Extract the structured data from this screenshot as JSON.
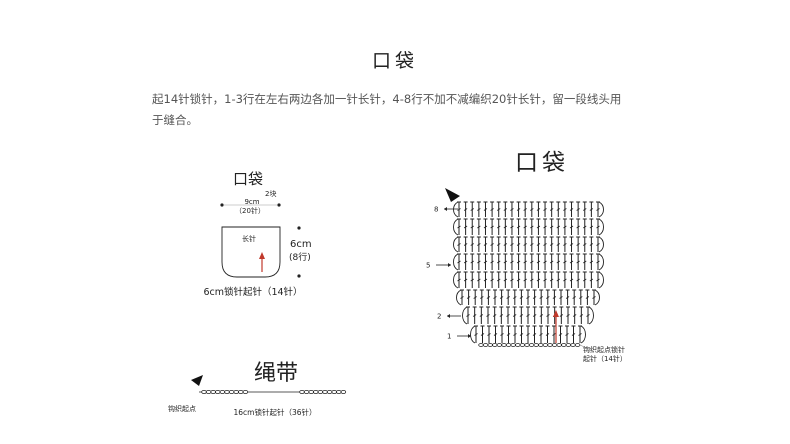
{
  "page": {
    "title": "口袋",
    "instructions": "起14针锁针，1-3行在左右两边各加一针长针，4-8行不加不减编织20针长针，留一段线头用于缝合。"
  },
  "pocket_schematic": {
    "title": "口袋",
    "count": "2块",
    "top_width": "9cm",
    "top_stitches": "（20针）",
    "stitch_type": "长针",
    "height": "6cm",
    "height_rows": "(8行)",
    "bottom_label": "6cm锁针起针（14针）"
  },
  "strap": {
    "title": "绳带",
    "start_label": "钩织起点",
    "chain_label": "16cm锁针起针（36针）"
  },
  "pocket_chart": {
    "title": "口袋",
    "row_labels": [
      "8",
      "5",
      "2",
      "1"
    ],
    "start_label_line1": "钩织起点锁针",
    "start_label_line2": "起针（14针）"
  },
  "colors": {
    "ink": "#222222",
    "accent_red": "#c0392b",
    "text_gray": "#555555"
  }
}
